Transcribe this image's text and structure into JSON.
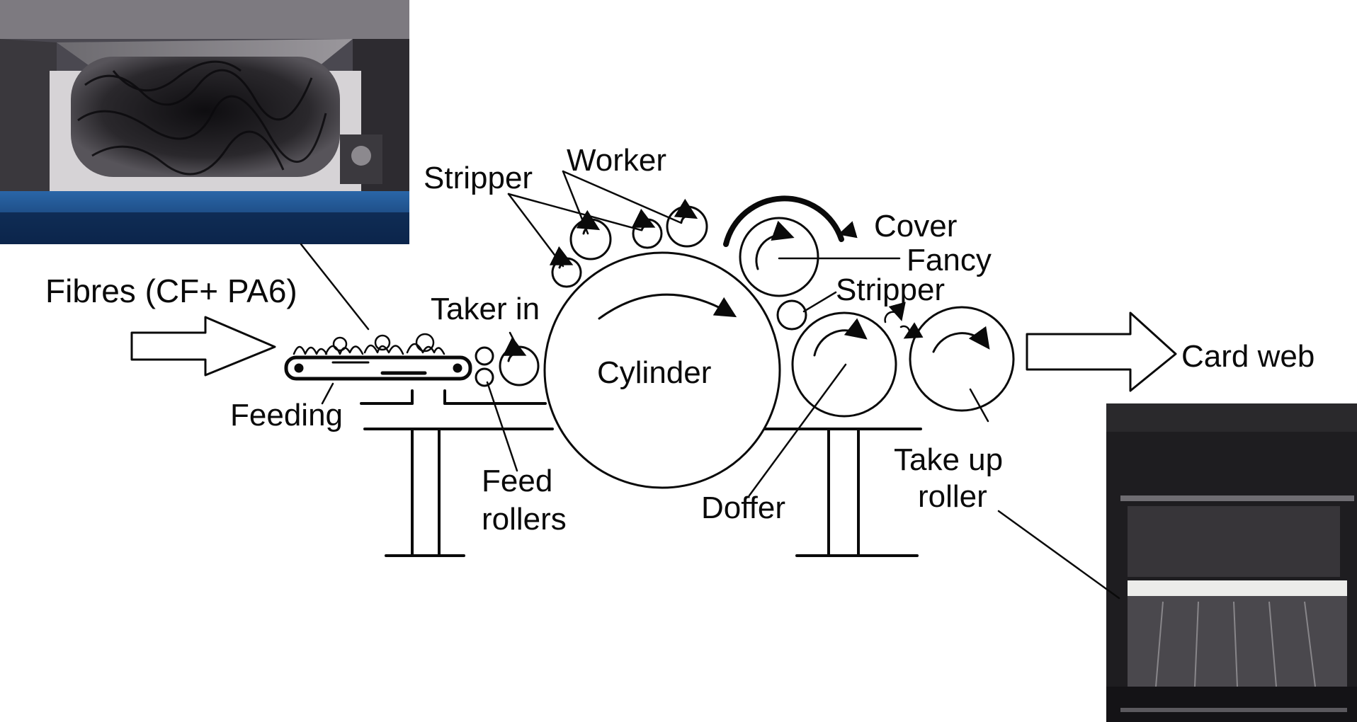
{
  "labels": {
    "fibres": "Fibres (CF+ PA6)",
    "stripper_top": "Stripper",
    "worker": "Worker",
    "cover": "Cover",
    "fancy": "Fancy",
    "stripper_right": "Stripper",
    "taker_in": "Taker in",
    "cylinder": "Cylinder",
    "feeding": "Feeding",
    "feed_rollers_1": "Feed",
    "feed_rollers_2": "rollers",
    "doffer": "Doffer",
    "take_up_1": "Take up",
    "take_up_2": "roller",
    "card_web": "Card web"
  },
  "photos": {
    "feeding_photo": "fibre-feed-hopper-photo",
    "card_web_photo": "card-web-output-photo"
  },
  "colors": {
    "line": "#0a0a0a",
    "photo_dark": "#1b1a1c",
    "photo_blue": "#1c4f8f"
  }
}
